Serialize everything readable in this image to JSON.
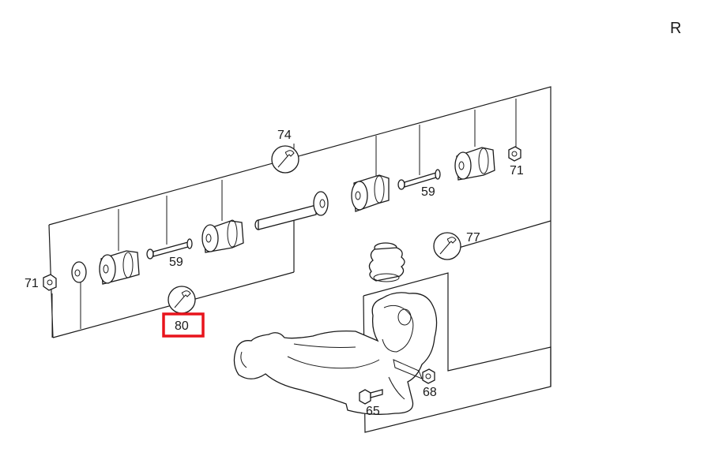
{
  "corner_letter": "R",
  "callouts": {
    "c74": "74",
    "c71_top": "71",
    "c59_top": "59",
    "c77": "77",
    "c71_left": "71",
    "c59_left": "59",
    "c80": "80",
    "c68": "68",
    "c65": "65"
  },
  "highlight": {
    "part": "80",
    "color": "#e8141c"
  },
  "line_color": "#1a1a1a"
}
